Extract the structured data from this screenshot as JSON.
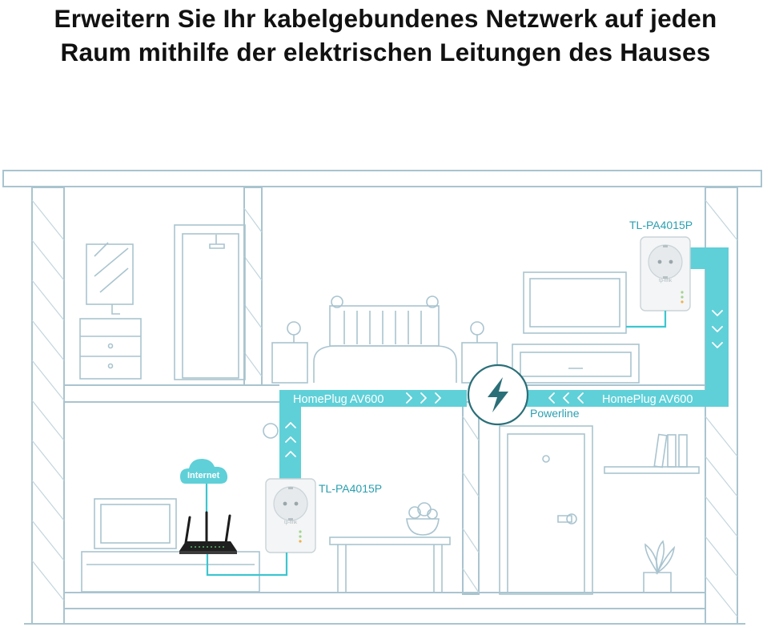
{
  "headline": {
    "line1": "Erweitern Sie Ihr kabelgebundenes Netzwerk auf jeden",
    "line2": "Raum mithilfe der elektrischen Leitungen des Hauses"
  },
  "diagram": {
    "left_link_label": "HomePlug AV600",
    "right_link_label": "HomePlug AV600",
    "center_label": "Powerline",
    "adapter_top_label": "TL-PA4015P",
    "adapter_bottom_label": "TL-PA4015P",
    "cloud_label": "Internet",
    "adapter_brand": "tp-link",
    "colors": {
      "powerline_band": "#5fd0d8",
      "accent_text": "#2a9fb0",
      "house_lines": "#a9c4cf",
      "hub_ring": "#2b6f78"
    },
    "icons": [
      "lightning-icon",
      "cloud-icon",
      "router-icon",
      "power-outlet-icon",
      "chevron-icon",
      "plant-icon",
      "lamp-icon",
      "mirror-icon",
      "door-icon",
      "tv-icon",
      "bed-icon",
      "book-icon"
    ]
  }
}
